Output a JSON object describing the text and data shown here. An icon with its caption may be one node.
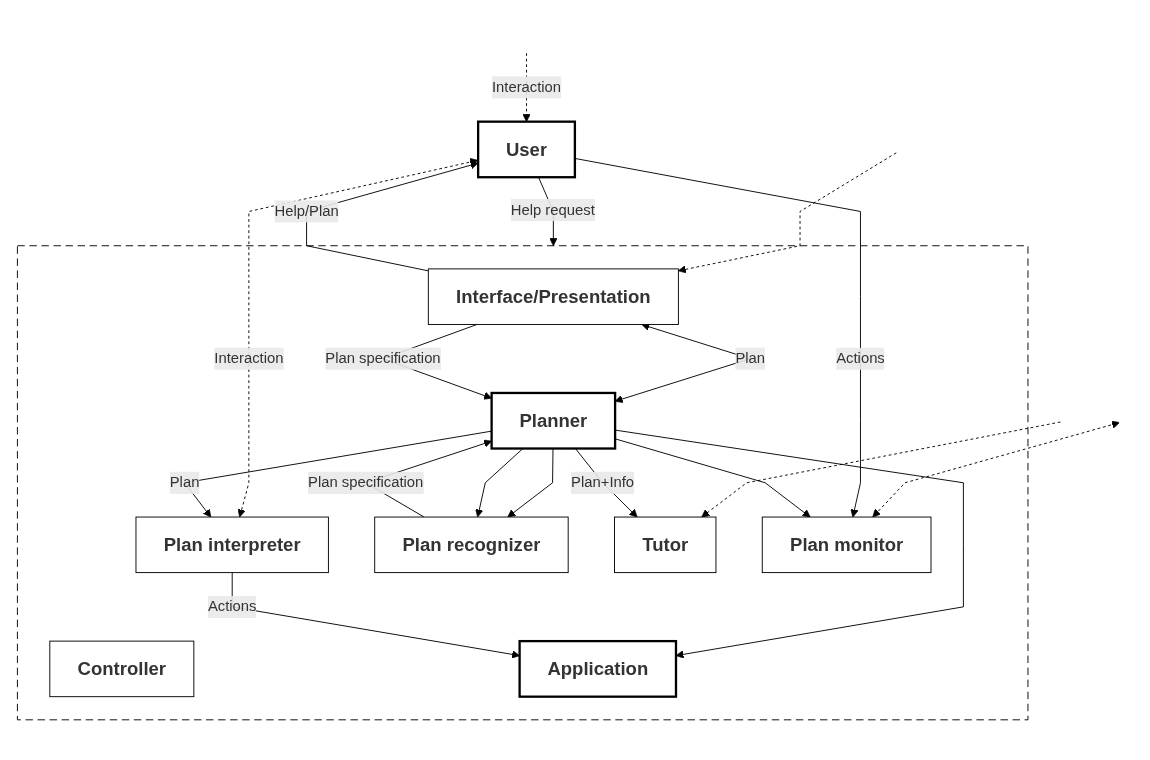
{
  "diagram": {
    "nodes": [
      {
        "text": [
          "User"
        ]
      },
      {
        "text": [],
        "shape": "box"
      },
      {
        "text": [
          "Interface/Presentation"
        ],
        "in": 1
      },
      {
        "text": [
          "Controller"
        ],
        "in": 1
      },
      {
        "text": [
          "Planner"
        ],
        "in": 1
      },
      {
        "text": [
          "Plan interpreter"
        ],
        "in": 1
      },
      {
        "text": [
          "Plan recognizer"
        ],
        "in": 1
      },
      {
        "text": [
          "Tutor"
        ],
        "in": 1
      },
      {
        "text": [
          "Plan monitor"
        ],
        "in": 1
      },
      {
        "text": [
          "Application"
        ],
        "in": 1
      }
    ],
    "edges": [
      {
        "from": 0,
        "to": 5,
        "arrow": "both",
        "style": "dashed",
        "label": "Interaction"
      },
      {
        "from": null,
        "to": 0,
        "arrow": "to",
        "style": "dashed",
        "label": "Interaction"
      },
      {
        "from": null,
        "to": 2,
        "arrow": "to",
        "style": "dashed"
      },
      {
        "from": null,
        "to": 7,
        "arrow": "to",
        "style": "dashed"
      },
      {
        "from": null,
        "to": 8,
        "arrow": "both",
        "style": "dashed"
      },
      {
        "from": 0,
        "to": 1,
        "arrow": "to",
        "label": "Help request"
      },
      {
        "from": 2,
        "to": 0,
        "arrow": "to",
        "label": "Help/Plan"
      },
      {
        "from": 0,
        "to": 8,
        "arrow": "to",
        "label": "Actions"
      },
      {
        "from": 2,
        "to": 4,
        "arrow": "both",
        "label": "Plan"
      },
      {
        "from": 2,
        "to": 4,
        "arrow": "to",
        "label": "Plan specification"
      },
      {
        "from": 4,
        "to": 5,
        "arrow": "to",
        "label": "Plan"
      },
      {
        "from": 4,
        "to": 6,
        "arrow": "to"
      },
      {
        "from": 4,
        "to": 7,
        "arrow": "to",
        "label": "Plan+Info"
      },
      {
        "from": 4,
        "to": 8,
        "arrow": "to"
      },
      {
        "from": 6,
        "to": 4,
        "arrow": "to",
        "label": "Plan specification"
      },
      {
        "from": 4,
        "to": 6,
        "arrow": "to"
      },
      {
        "from": 4,
        "to": 9,
        "arrow": "to"
      },
      {
        "from": 5,
        "to": 9,
        "arrow": "to",
        "label": "Actions"
      }
    ]
  }
}
